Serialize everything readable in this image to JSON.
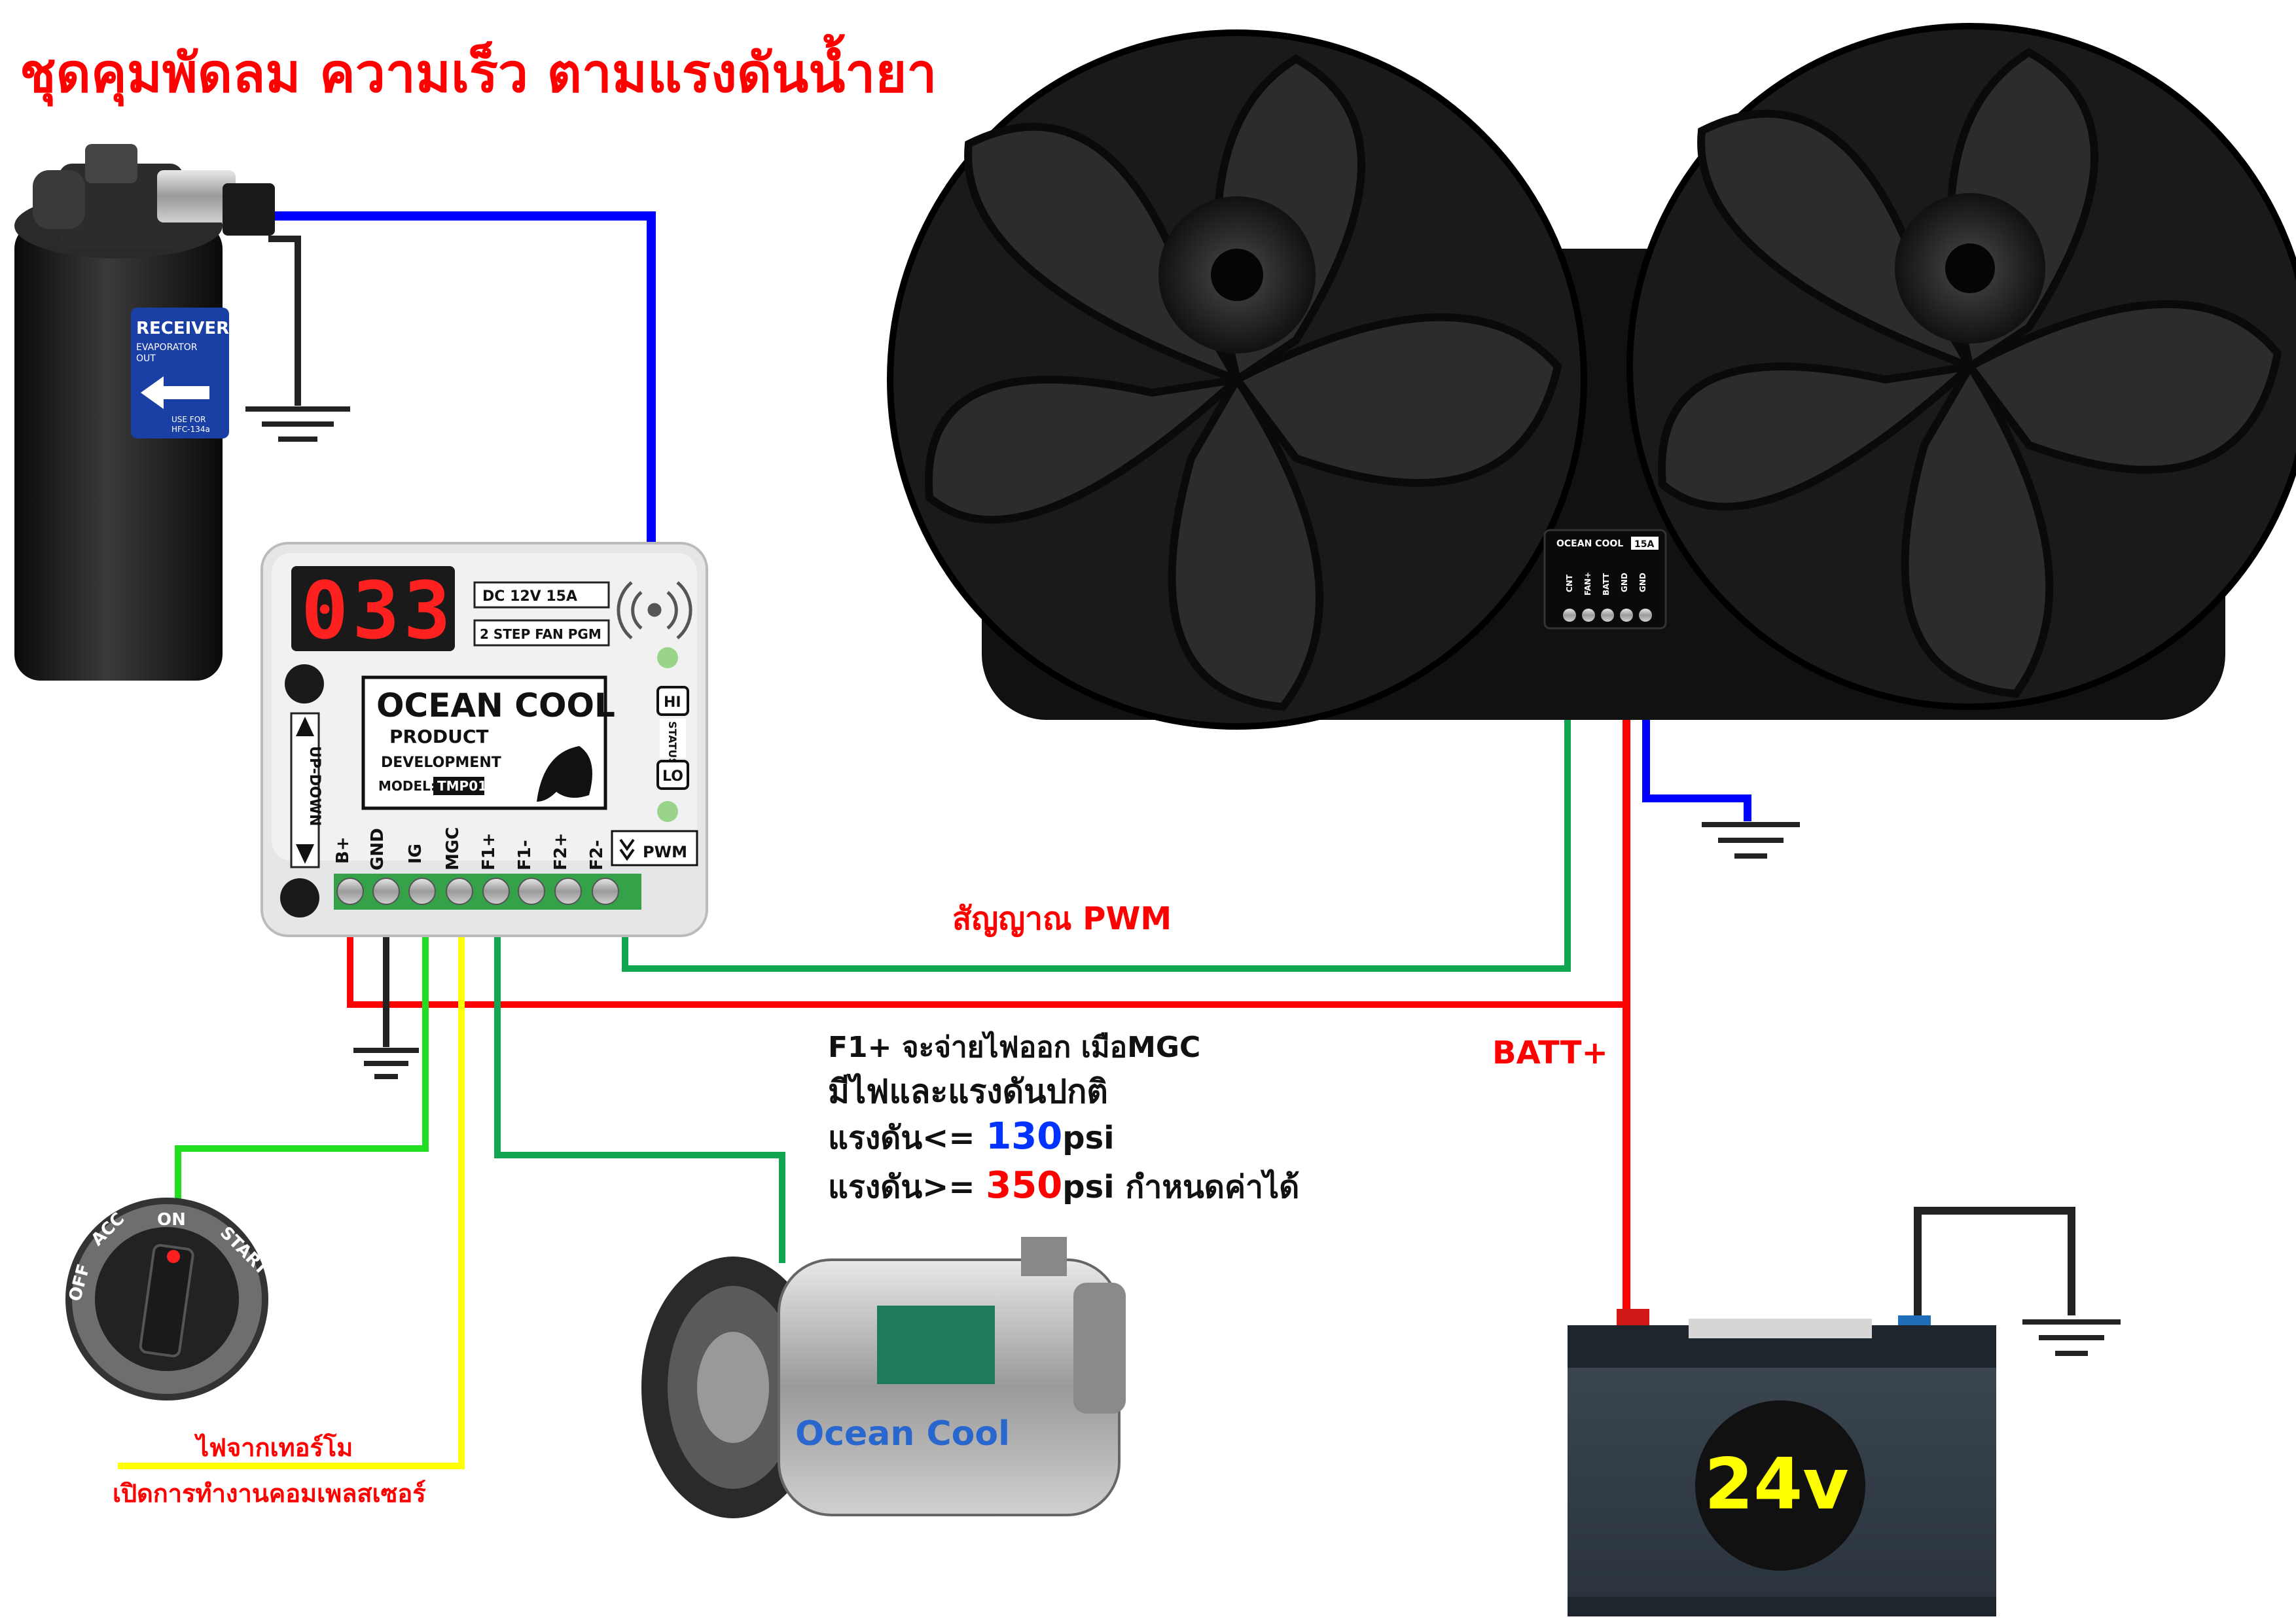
{
  "title": "ชุดคุมพัดลม ความเร็ว ตามแรงดันน้ำยา",
  "colors": {
    "title": "#ff0000",
    "wire_blue": "#0000ff",
    "wire_green": "#12a552",
    "wire_bright_green": "#22dd22",
    "wire_red": "#ff0000",
    "wire_yellow": "#ffff00",
    "wire_black": "#222222",
    "value_low": "#0033ff",
    "value_high": "#ff0000",
    "battery_label": "#ffff00"
  },
  "receiver_drier": {
    "label_main": "RECEIVER",
    "label_sub": "EVAPORATOR",
    "label_out": "OUT",
    "label_use": "USE FOR",
    "label_refrigerant": "HFC-134a",
    "icon": "receiver-drier-icon"
  },
  "controller": {
    "display_value": "033",
    "spec_voltage": "DC 12V 15A",
    "spec_mode": "2 STEP FAN PGM",
    "brand": "OCEAN COOL",
    "line1": "PRODUCT",
    "line2": "DEVELOPMENT",
    "model_label": "MODEL:",
    "model_value": "TMP01",
    "up_down_label": "UP-DOWN",
    "status_label": "STATUS",
    "hi_label": "HI",
    "lo_label": "LO",
    "pwm_label": "PWM",
    "terminals": [
      "B+",
      "GND",
      "IG",
      "MGC",
      "F1+",
      "F1-",
      "F2+",
      "F2-"
    ]
  },
  "fan_module": {
    "brand": "OCEAN COOL",
    "rating": "15A",
    "terminals": [
      "CNT",
      "FAN+",
      "BATT",
      "GND",
      "GND"
    ]
  },
  "labels": {
    "pwm_signal": "สัญญาณ PWM",
    "batt_plus": "BATT+",
    "thermo_line1": "ไฟจากเทอร์โม",
    "thermo_line2": "เปิดการทำงานคอมเพลสเซอร์",
    "compressor_brand": "Ocean Cool"
  },
  "info": {
    "line1": "F1+ จะจ่ายไฟออก เมือMGC",
    "line2": "มีไฟและแรงดันปกติ",
    "line3_prefix": "แรงดัน<= ",
    "line3_value": "130",
    "line3_unit": "psi",
    "line4_prefix": "แรงดัน>= ",
    "line4_value": "350",
    "line4_unit": "psi กำหนดค่าได้"
  },
  "ignition": {
    "positions": [
      "OFF",
      "ACC",
      "ON",
      "START"
    ]
  },
  "battery": {
    "voltage": "24v"
  }
}
